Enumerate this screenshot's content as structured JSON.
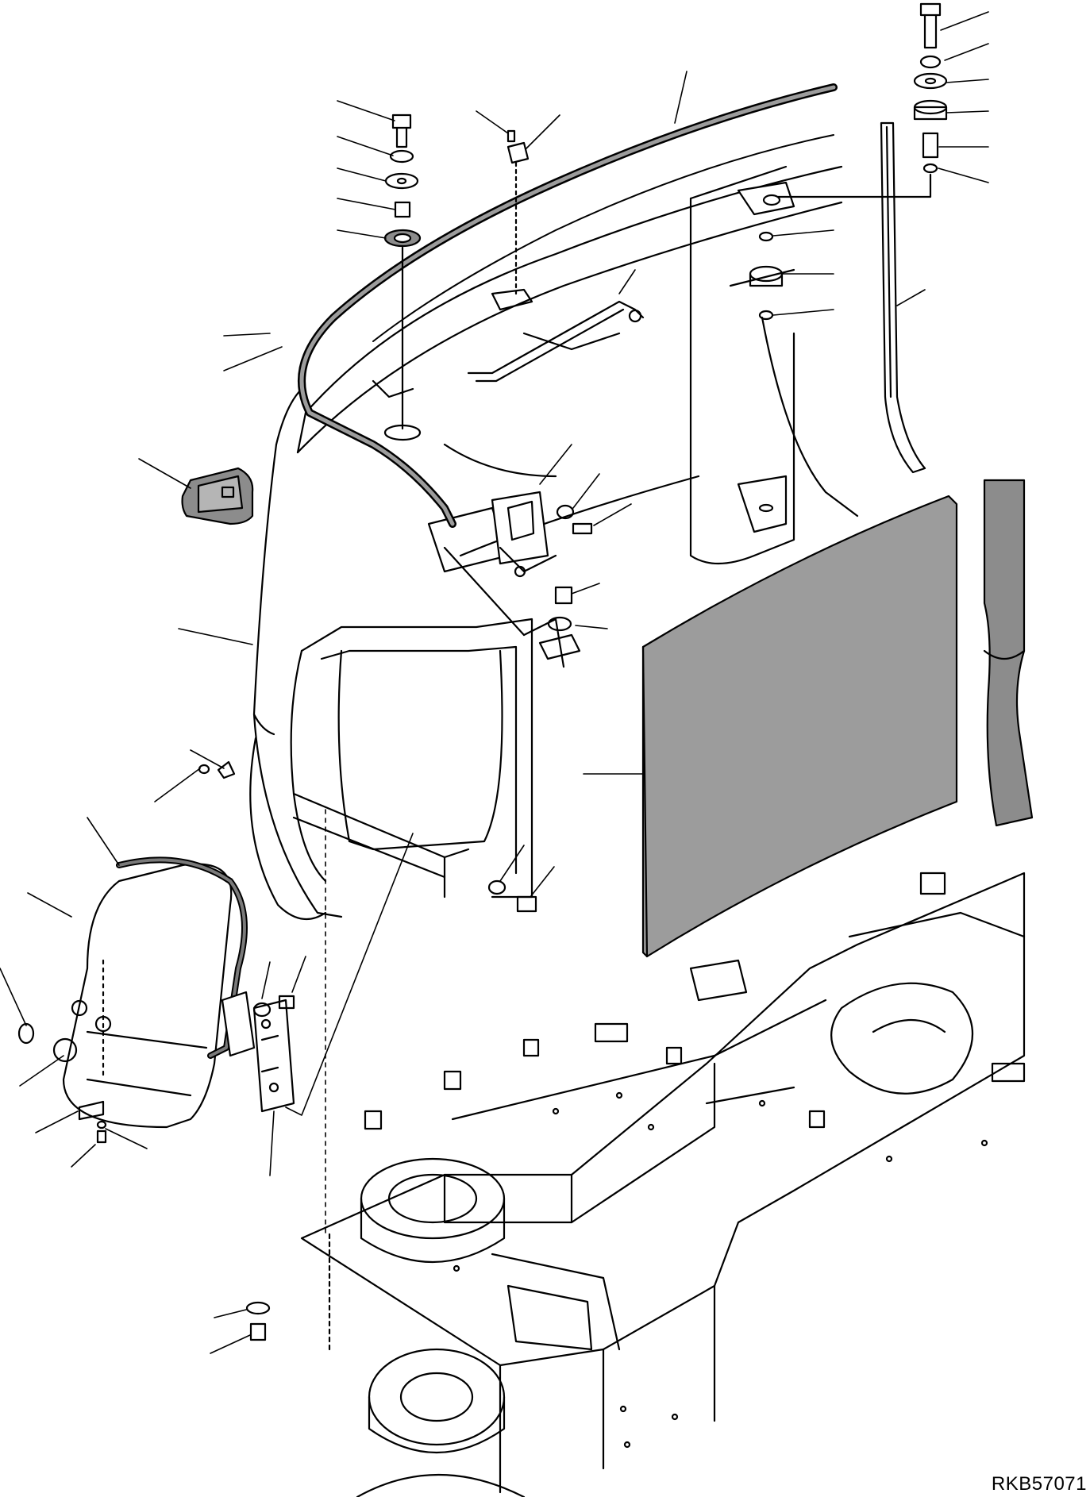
{
  "diagram": {
    "reference_code": "RKB57071",
    "colors": {
      "line": "#000000",
      "background": "#ffffff",
      "insulation_fill": "#9c9c9c",
      "seal_fill": "#7a7a7a",
      "rubber_fill": "#8c8c8c"
    },
    "parts": [
      "counterweight-panel",
      "cover-panel",
      "sound-insulation-pad",
      "vertical-pad-strip",
      "upper-bracket-bolt",
      "upper-washer",
      "upper-collar",
      "upper-rubber-mount",
      "top-weather-seal",
      "rh-vertical-seal",
      "cover-hinge",
      "cover-latch",
      "side-lamp",
      "door-hinge-bracket",
      "door-seal",
      "lower-mount-bolt"
    ]
  }
}
